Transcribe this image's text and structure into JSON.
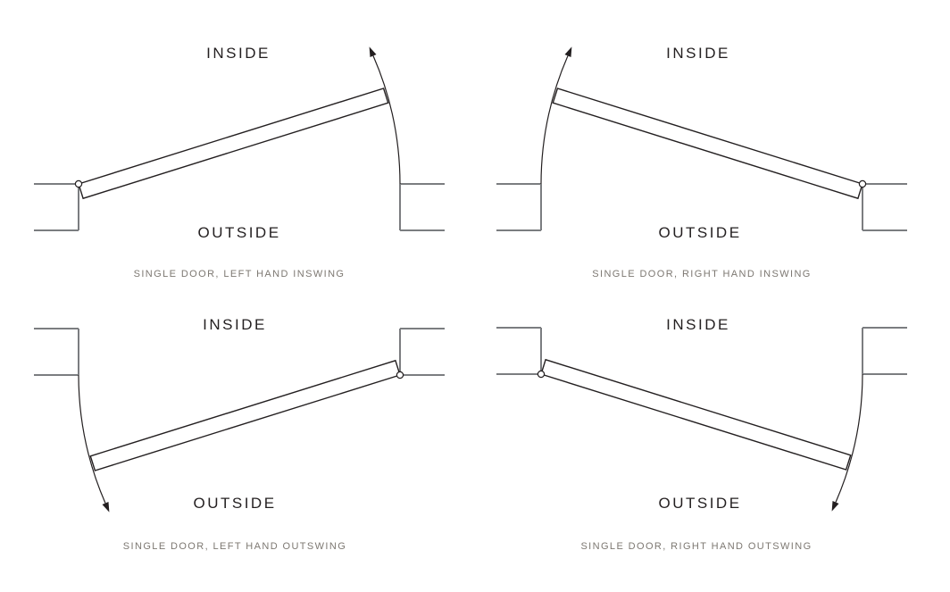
{
  "colors": {
    "background": "#ffffff",
    "wall_line": "#7b7d80",
    "door_line": "#231f20",
    "label_text": "#231f20",
    "caption_text": "#7d7872"
  },
  "diagrams": [
    {
      "inside_label": "INSIDE",
      "outside_label": "OUTSIDE",
      "caption": "SINGLE DOOR, LEFT HAND INSWING",
      "hinge_side": "left",
      "swing": "inswing"
    },
    {
      "inside_label": "INSIDE",
      "outside_label": "OUTSIDE",
      "caption": "SINGLE DOOR, RIGHT HAND INSWING",
      "hinge_side": "right",
      "swing": "inswing"
    },
    {
      "inside_label": "INSIDE",
      "outside_label": "OUTSIDE",
      "caption": "SINGLE DOOR, LEFT HAND OUTSWING",
      "hinge_side": "right",
      "swing": "outswing"
    },
    {
      "inside_label": "INSIDE",
      "outside_label": "OUTSIDE",
      "caption": "SINGLE DOOR, RIGHT HAND OUTSWING",
      "hinge_side": "left",
      "swing": "outswing"
    }
  ]
}
